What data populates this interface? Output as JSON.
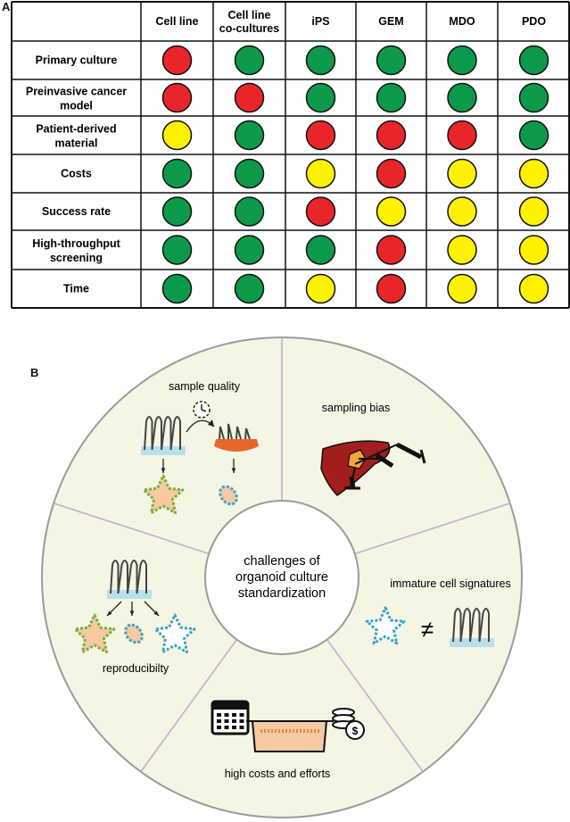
{
  "panel_a": {
    "label": "A",
    "columns": [
      {
        "line1": "Cell line",
        "line2": ""
      },
      {
        "line1": "Cell line",
        "line2": "co-cultures"
      },
      {
        "line1": "iPS",
        "line2": ""
      },
      {
        "line1": "GEM",
        "line2": ""
      },
      {
        "line1": "MDO",
        "line2": ""
      },
      {
        "line1": "PDO",
        "line2": ""
      }
    ],
    "rows": [
      {
        "line1": "Primary culture",
        "line2": "",
        "ratings": [
          "red",
          "green",
          "green",
          "green",
          "green",
          "green"
        ]
      },
      {
        "line1": "Preinvasive cancer",
        "line2": "model",
        "ratings": [
          "red",
          "red",
          "green",
          "green",
          "green",
          "green"
        ]
      },
      {
        "line1": "Patient-derived",
        "line2": "material",
        "ratings": [
          "yellow",
          "green",
          "red",
          "red",
          "red",
          "green"
        ]
      },
      {
        "line1": "Costs",
        "line2": "",
        "ratings": [
          "green",
          "green",
          "yellow",
          "red",
          "yellow",
          "yellow"
        ]
      },
      {
        "line1": "Success rate",
        "line2": "",
        "ratings": [
          "green",
          "green",
          "red",
          "yellow",
          "yellow",
          "yellow"
        ]
      },
      {
        "line1": "High-throughput",
        "line2": "screening",
        "ratings": [
          "green",
          "green",
          "green",
          "red",
          "yellow",
          "yellow"
        ]
      },
      {
        "line1": "Time",
        "line2": "",
        "ratings": [
          "green",
          "green",
          "yellow",
          "red",
          "yellow",
          "yellow"
        ]
      }
    ],
    "colors": {
      "red": "#e8262a",
      "green": "#0c9a4a",
      "yellow": "#fff200"
    }
  },
  "panel_b": {
    "label": "B",
    "center": {
      "line1": "challenges of",
      "line2": "organoid culture",
      "line3": "standardization"
    },
    "segments": {
      "sample_quality": "sample quality",
      "sampling_bias": "sampling bias",
      "immature_cell_signatures": "immature cell signatures",
      "high_costs": "high costs and efforts",
      "reproducibility": "reproducibilty"
    },
    "neq_symbol": "≠",
    "colors": {
      "wheel_fill": "#f4f5e3",
      "wheel_stroke": "#9b9b9b",
      "divider": "#b8aed0"
    }
  }
}
